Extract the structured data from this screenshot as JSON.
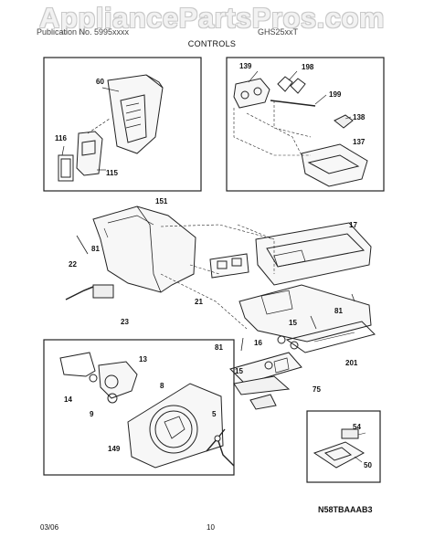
{
  "watermark": "AppliancePartsPros.com",
  "header": {
    "left": "Publication No. 5995xxxx",
    "right": "GHS25xxT",
    "section": "CONTROLS"
  },
  "callouts": {
    "p60": "60",
    "p116": "116",
    "p115": "115",
    "p139": "139",
    "p198": "198",
    "p199": "199",
    "p138": "138",
    "p137": "137",
    "p151": "151",
    "p17": "17",
    "p81a": "81",
    "p22": "22",
    "p23": "23",
    "p21": "21",
    "p81b": "81",
    "p81c": "81",
    "p16": "16",
    "p15a": "15",
    "p15b": "15",
    "p201": "201",
    "p75": "75",
    "p13": "13",
    "p14": "14",
    "p8": "8",
    "p9": "9",
    "p5": "5",
    "p149": "149",
    "p54": "54",
    "p50": "50"
  },
  "diagram_code": "N58TBAAAB3",
  "footer": {
    "date": "03/06",
    "page": "10"
  }
}
